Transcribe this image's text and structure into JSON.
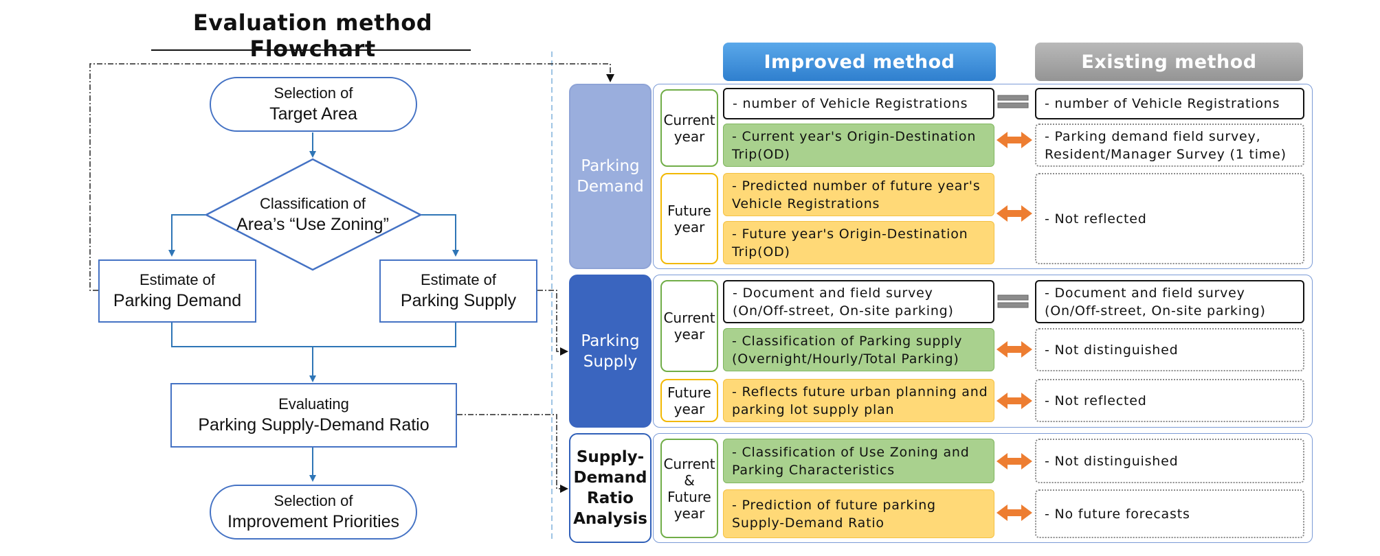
{
  "title": "Evaluation method Flowchart",
  "flowchart": {
    "target": {
      "line1": "Selection of",
      "line2": "Target Area"
    },
    "zoning": {
      "line1": "Classification of",
      "line2": "Area’s “Use Zoning”"
    },
    "demand": {
      "line1": "Estimate of",
      "line2": "Parking Demand"
    },
    "supply": {
      "line1": "Estimate of",
      "line2": "Parking Supply"
    },
    "ratio": {
      "line1": "Evaluating",
      "line2": "Parking Supply-Demand Ratio"
    },
    "priorities": {
      "line1": "Selection of",
      "line2": "Improvement Priorities"
    }
  },
  "headers": {
    "improved": "Improved method",
    "existing": "Existing method"
  },
  "categories": {
    "demand": "Parking\nDemand",
    "supply": "Parking\nSupply",
    "ratio": "Supply-\nDemand\nRatio\nAnalysis"
  },
  "years": {
    "current": "Current\nyear",
    "future": "Future\nyear",
    "current_future": "Current\n&\nFuture\nyear"
  },
  "rows": {
    "d1_imp": "- number of Vehicle Registrations",
    "d1_ext": "- number of Vehicle Registrations",
    "d2_imp": "- Current year's Origin-Destination\n  Trip(OD)",
    "d2_ext": "- Parking demand field survey,\n  Resident/Manager Survey (1 time)",
    "d3_imp": "- Predicted number of future year's\n  Vehicle Registrations",
    "d4_imp": "-  Future year's Origin-Destination\n   Trip(OD)",
    "d34_ext": "- Not reflected",
    "s1_imp": "- Document and field survey\n  (On/Off-street, On-site parking)",
    "s1_ext": "- Document and field survey\n  (On/Off-street, On-site parking)",
    "s2_imp": "- Classification of Parking supply\n  (Overnight/Hourly/Total Parking)",
    "s2_ext": "- Not distinguished",
    "s3_imp": "- Reflects future urban planning and\n  parking lot supply plan",
    "s3_ext": "- Not reflected",
    "r1_imp": "- Classification of Use Zoning and\n  Parking Characteristics",
    "r1_ext": "- Not distinguished",
    "r2_imp": "- Prediction of future parking\n  Supply-Demand Ratio",
    "r2_ext": "- No future forecasts"
  },
  "colors": {
    "flow_blue": "#4472c4",
    "arrow_blue": "#2e75b6",
    "arrow_orange": "#ed7d31",
    "green": "#a9d18e",
    "yellow": "#ffd977"
  }
}
